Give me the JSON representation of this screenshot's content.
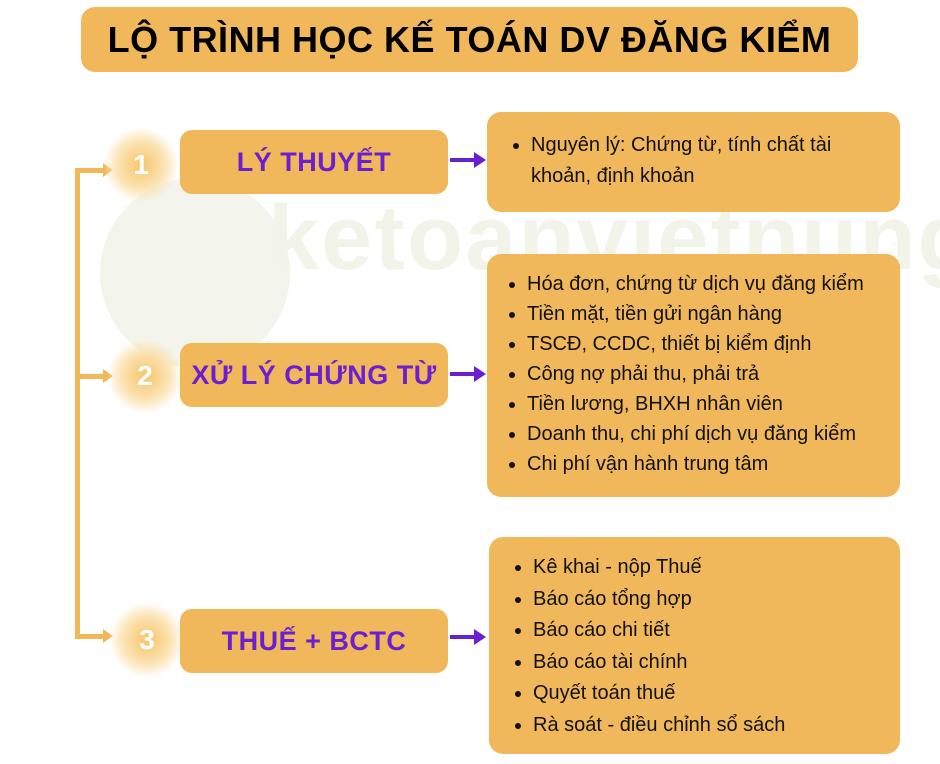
{
  "title": "LỘ TRÌNH HỌC KẾ TOÁN DV ĐĂNG KIỂM",
  "watermark": "ketoanvietnung",
  "steps": [
    {
      "number": "1",
      "label": "LÝ THUYẾT",
      "items": [
        "Nguyên lý: Chứng từ, tính chất tài khoản, định khoản"
      ]
    },
    {
      "number": "2",
      "label": "XỬ LÝ CHỨNG TỪ",
      "items": [
        "Hóa đơn, chứng từ dịch vụ đăng kiểm",
        "Tiền mặt, tiền gửi ngân hàng",
        "TSCĐ, CCDC, thiết bị kiểm định",
        "Công nợ phải thu, phải trả",
        "Tiền lương, BHXH nhân viên",
        "Doanh thu, chi phí dịch vụ đăng kiểm",
        "Chi phí vận hành trung tâm"
      ]
    },
    {
      "number": "3",
      "label": "THUẾ + BCTC",
      "items": [
        "Kê khai - nộp Thuế",
        "Báo cáo tổng hợp",
        "Báo cáo chi tiết",
        "Báo cáo tài chính",
        "Quyết toán thuế",
        "Rà soát - điều chỉnh sổ sách"
      ]
    }
  ],
  "colors": {
    "box": "#f0b85a",
    "step_text": "#6a1fd0",
    "arrow": "#6a1fd0"
  }
}
